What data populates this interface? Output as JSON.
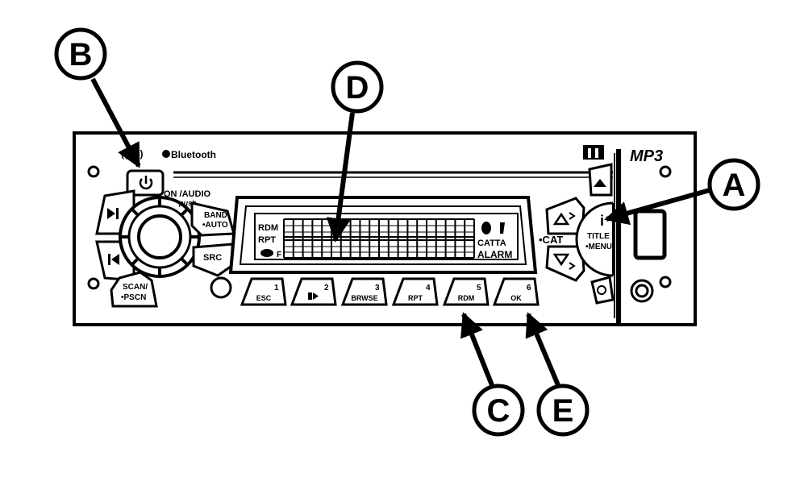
{
  "callouts": {
    "a": "A",
    "b": "B",
    "c": "C",
    "d": "D",
    "e": "E"
  },
  "branding": {
    "bluetooth": "Bluetooth",
    "mp3": "MP3"
  },
  "left_controls": {
    "on_audio": "ON /AUDIO",
    "push": "push",
    "band": "BAND",
    "auto": "•AUTO",
    "src": "SRC",
    "scan": "SCAN/",
    "pscn": "•PSCN"
  },
  "display": {
    "rdm": "RDM",
    "rpt": "RPT",
    "af": "F",
    "catta": "CATTA",
    "alarm": "ALARM"
  },
  "presets": [
    {
      "num": "1",
      "label": "ESC"
    },
    {
      "num": "2",
      "label": ""
    },
    {
      "num": "3",
      "label": "BRWSE"
    },
    {
      "num": "4",
      "label": "RPT"
    },
    {
      "num": "5",
      "label": "RDM"
    },
    {
      "num": "6",
      "label": "OK"
    }
  ],
  "right_controls": {
    "cat": "•CAT",
    "info": "i",
    "title": "TITLE",
    "menu": "•MENU"
  }
}
